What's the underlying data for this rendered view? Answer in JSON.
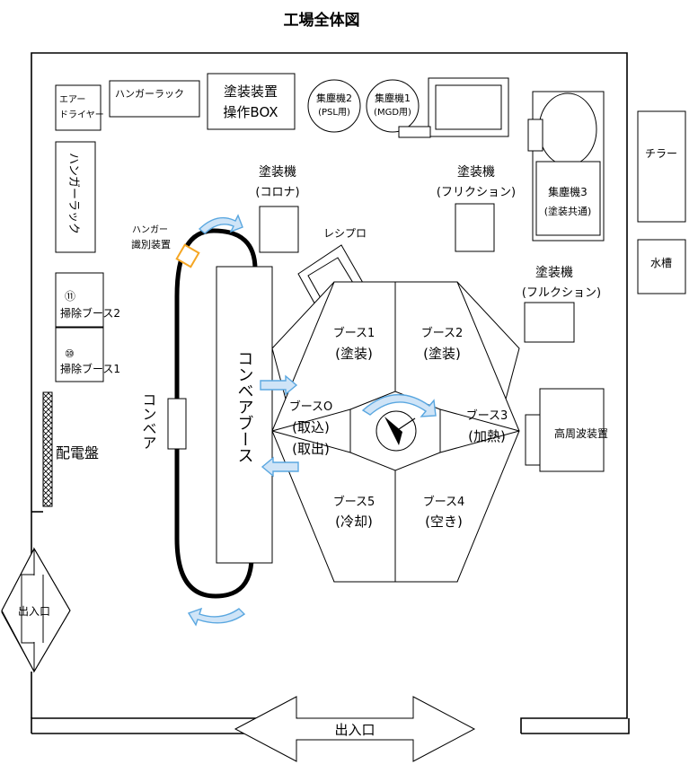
{
  "title": "工場全体図",
  "labels": {
    "air_dryer_1": "エアー",
    "air_dryer_2": "ドライヤー",
    "hanger_rack_top": "ハンガーラック",
    "hanger_rack_side": "ハンガーラック",
    "paint_op_box_1": "塗装装置",
    "paint_op_box_2": "操作BOX",
    "dust2_1": "集塵機2",
    "dust2_2": "(PSL用)",
    "dust1_1": "集塵機1",
    "dust1_2": "(MGD用)",
    "dust3_1": "集塵機3",
    "dust3_2": "(塗装共通)",
    "chiller": "チラー",
    "water_tank": "水槽",
    "painter_corona_1": "塗装機",
    "painter_corona_2": "(コロナ)",
    "painter_friction_1": "塗装機",
    "painter_friction_2": "(フリクション)",
    "painter_fulction_1": "塗装機",
    "painter_fulction_2": "(フルクション)",
    "reciprocator": "レシプロ",
    "hanger_id_1": "ハンガー",
    "hanger_id_2": "識別装置",
    "booth11_num": "⑪",
    "booth11": "掃除ブース2",
    "booth10_num": "⑩",
    "booth10": "掃除ブース1",
    "conveyor_vertical": "コンベア",
    "conveyor_booth": "コンベアブース",
    "panel": "配電盤",
    "b1_1": "ブース1",
    "b1_2": "(塗装)",
    "b2_1": "ブース2",
    "b2_2": "(塗装)",
    "b3_1": "ブース3",
    "b3_2": "(加熱)",
    "b4_1": "ブース4",
    "b4_2": "(空き)",
    "b5_1": "ブース5",
    "b5_2": "(冷却)",
    "b0_1": "ブースO",
    "b0_2": "(取込)",
    "b0_3": "(取出)",
    "hf_device": "高周波装置",
    "exit_left": "出入口",
    "exit_bottom": "出入口"
  },
  "colors": {
    "title": "#2e8b57",
    "arrow_fill": "#cfe4f7",
    "arrow_stroke": "#5aa7e0",
    "id_device": "#f5a623"
  }
}
